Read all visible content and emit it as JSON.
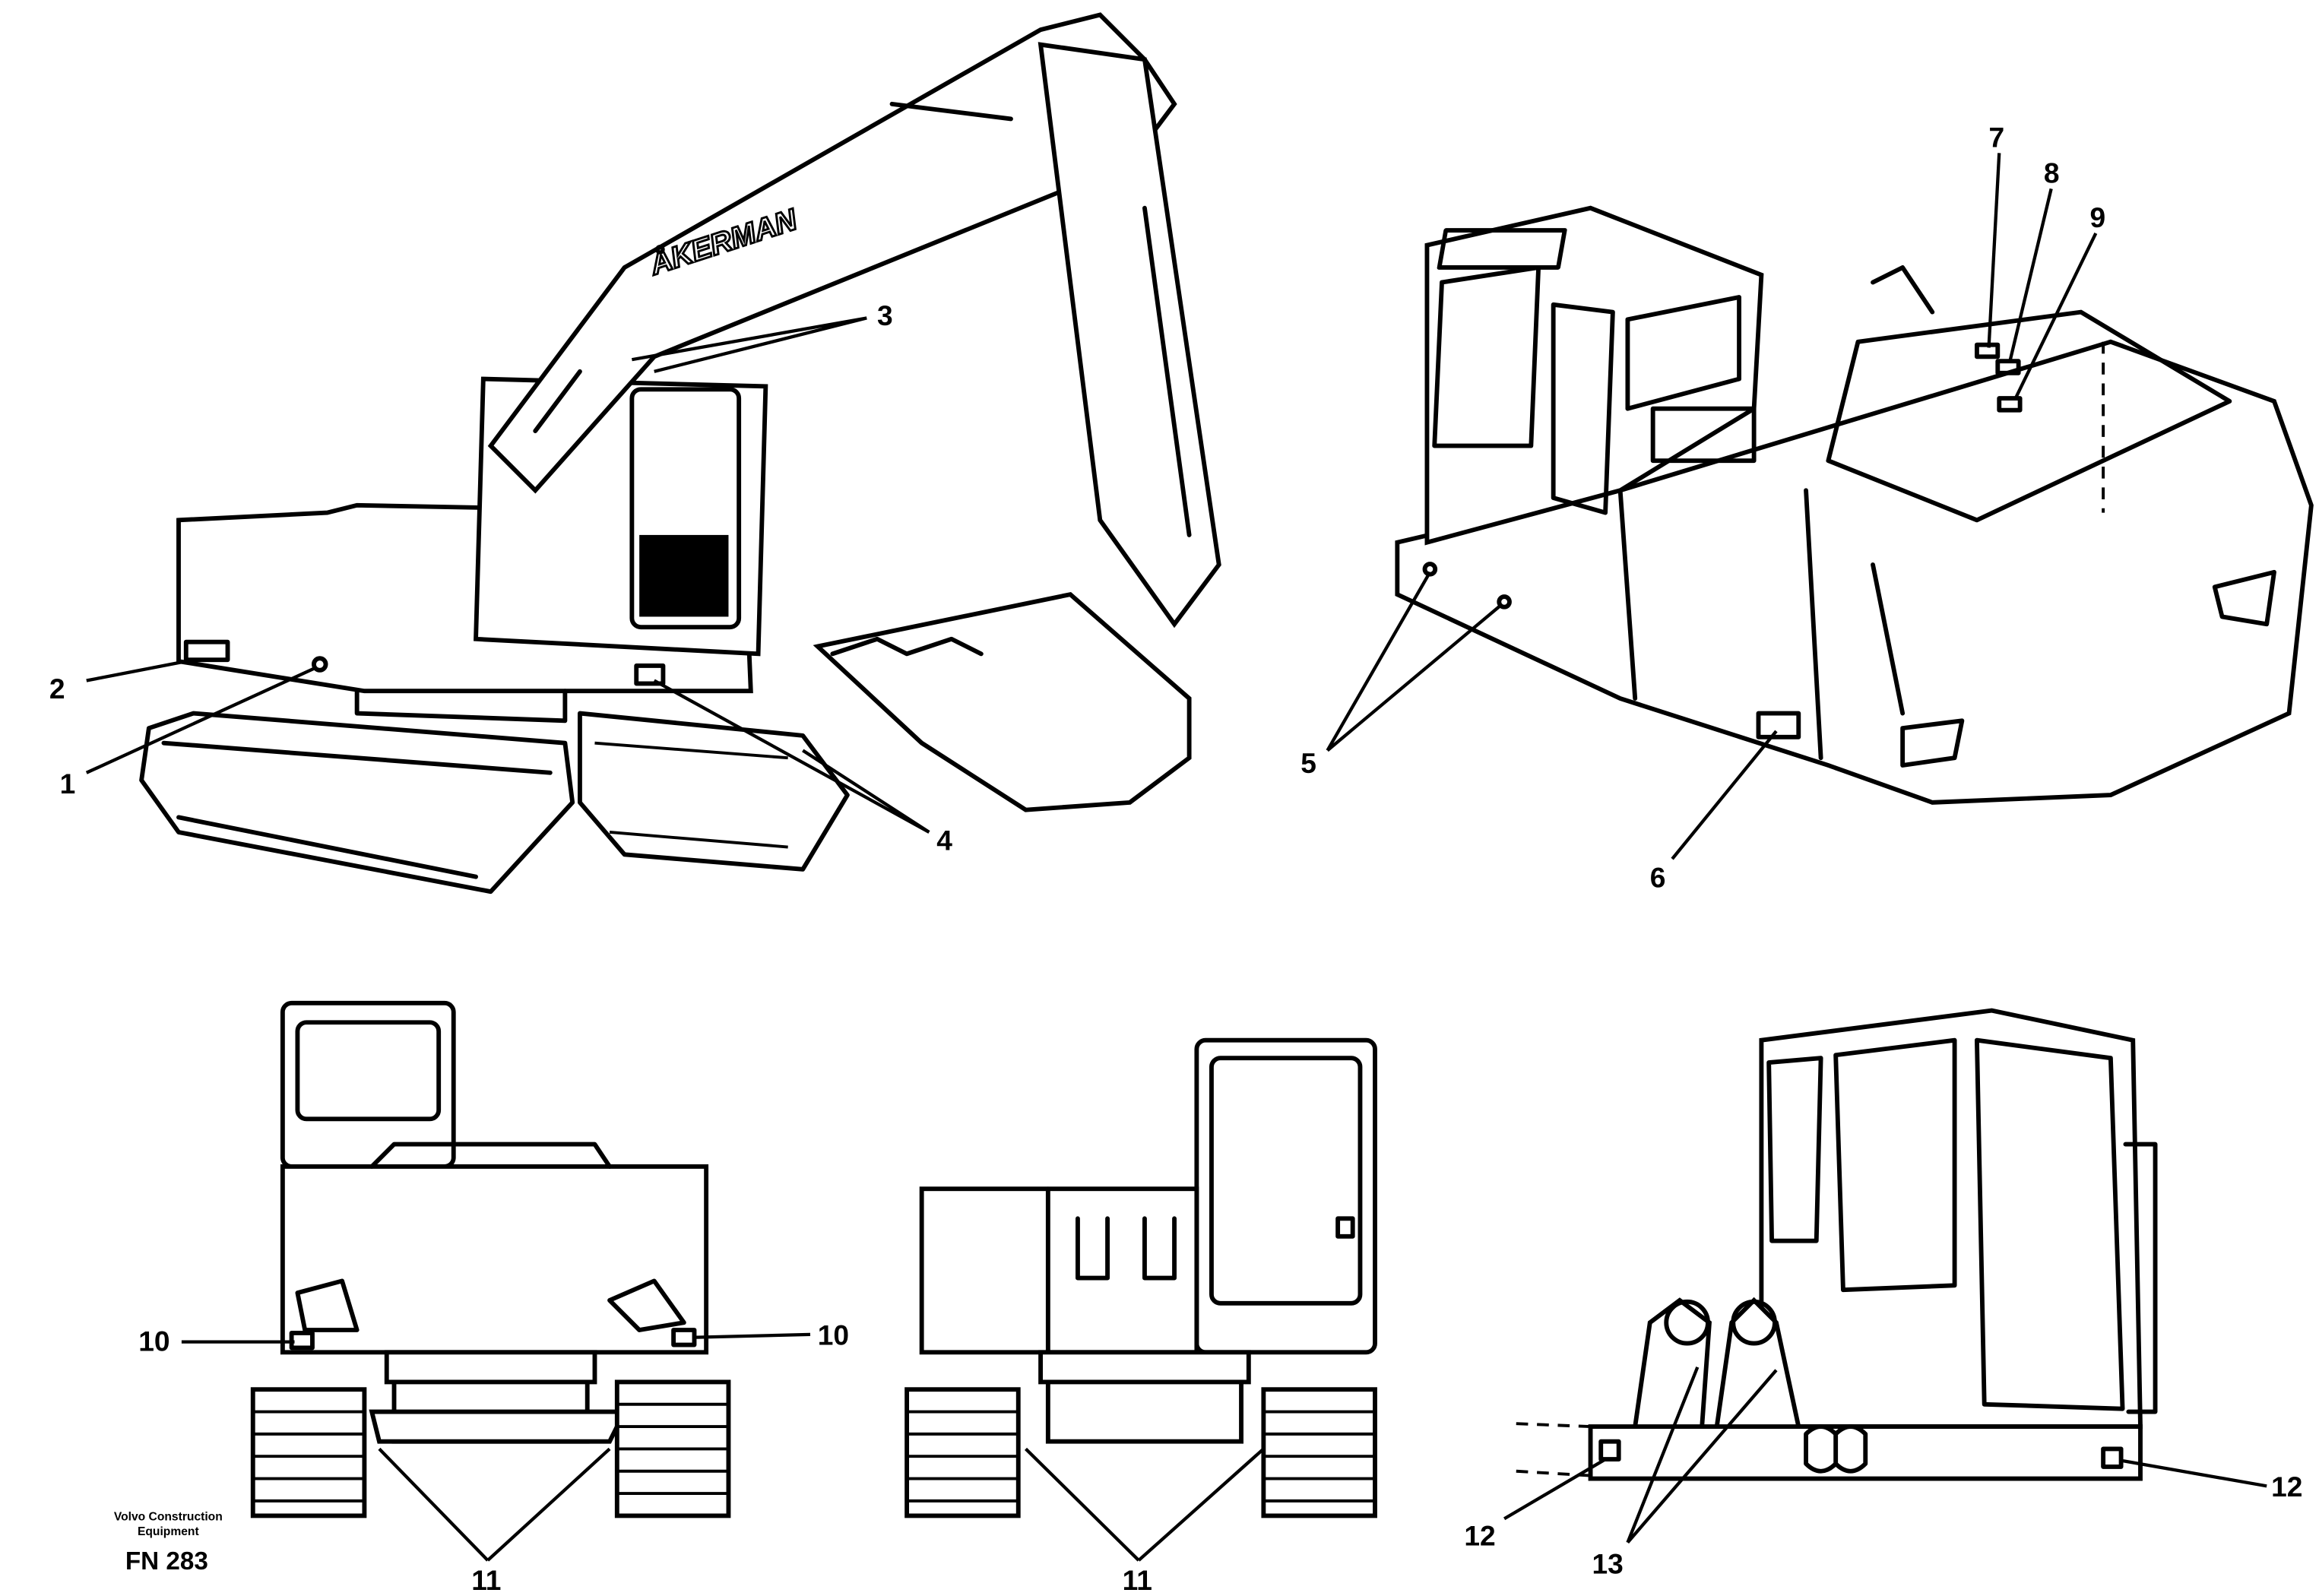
{
  "figure": {
    "brand_on_boom": "ÅKERMAN",
    "footer": {
      "company_line1": "Volvo Construction",
      "company_line2": "Equipment",
      "code": "FN 283"
    },
    "callouts": {
      "c1": "1",
      "c2": "2",
      "c3": "3",
      "c4": "4",
      "c5": "5",
      "c6": "6",
      "c7": "7",
      "c8": "8",
      "c9": "9",
      "c10a": "10",
      "c10b": "10",
      "c11a": "11",
      "c11b": "11",
      "c12a": "12",
      "c12b": "12",
      "c13": "13"
    }
  }
}
